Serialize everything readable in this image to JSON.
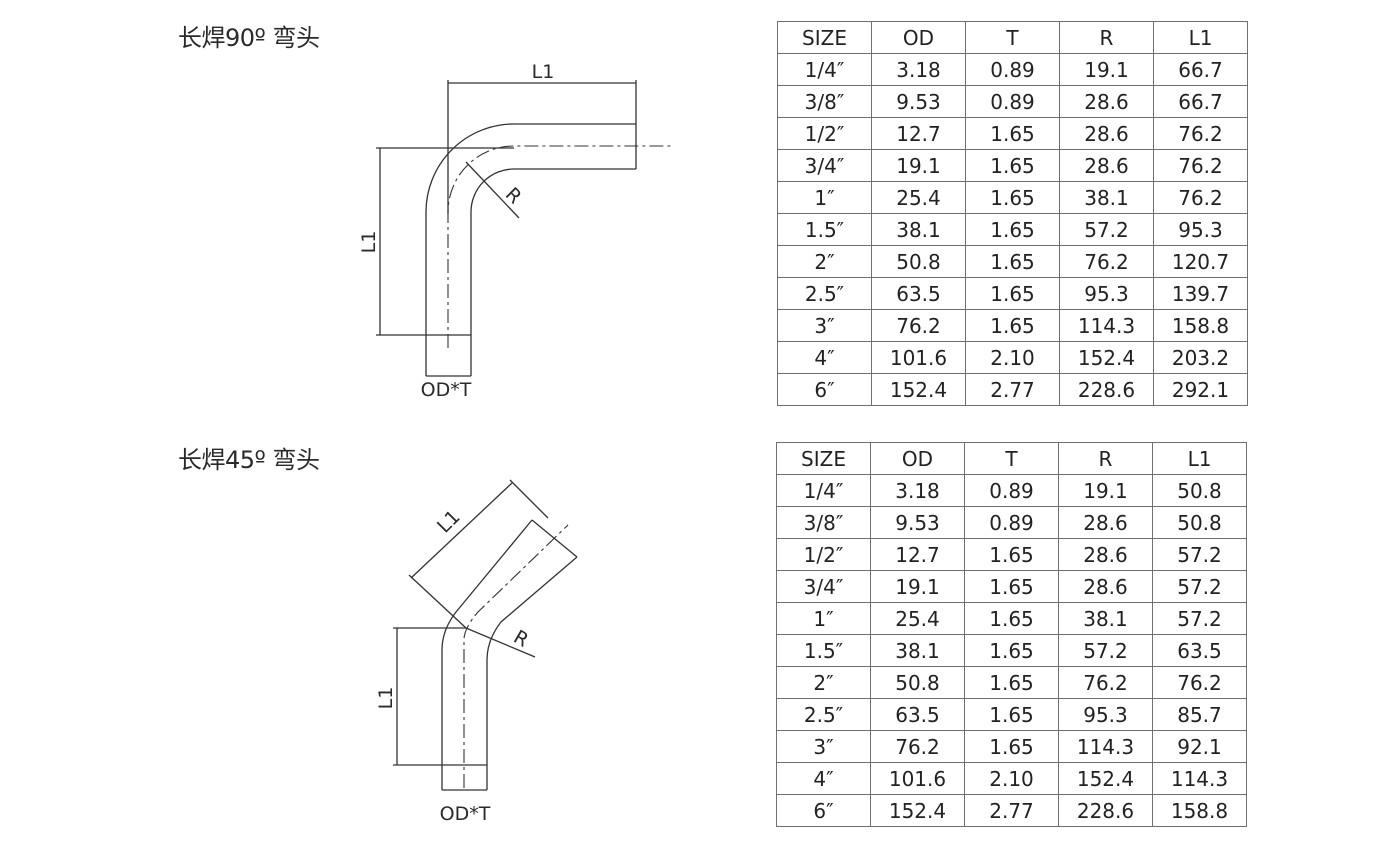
{
  "sections": [
    {
      "title": "长焊90º 弯头",
      "drawing_labels": {
        "length_top": "L1",
        "length_side": "L1",
        "radius": "R",
        "od": "OD*T"
      },
      "table": {
        "headers": [
          "SIZE",
          "OD",
          "T",
          "R",
          "L1"
        ],
        "rows": [
          [
            "1/4″",
            "3.18",
            "0.89",
            "19.1",
            "66.7"
          ],
          [
            "3/8″",
            "9.53",
            "0.89",
            "28.6",
            "66.7"
          ],
          [
            "1/2″",
            "12.7",
            "1.65",
            "28.6",
            "76.2"
          ],
          [
            "3/4″",
            "19.1",
            "1.65",
            "28.6",
            "76.2"
          ],
          [
            "1″",
            "25.4",
            "1.65",
            "38.1",
            "76.2"
          ],
          [
            "1.5″",
            "38.1",
            "1.65",
            "57.2",
            "95.3"
          ],
          [
            "2″",
            "50.8",
            "1.65",
            "76.2",
            "120.7"
          ],
          [
            "2.5″",
            "63.5",
            "1.65",
            "95.3",
            "139.7"
          ],
          [
            "3″",
            "76.2",
            "1.65",
            "114.3",
            "158.8"
          ],
          [
            "4″",
            "101.6",
            "2.10",
            "152.4",
            "203.2"
          ],
          [
            "6″",
            "152.4",
            "2.77",
            "228.6",
            "292.1"
          ]
        ]
      }
    },
    {
      "title": "长焊45º 弯头",
      "drawing_labels": {
        "length_top": "L1",
        "length_side": "L1",
        "radius": "R",
        "od": "OD*T"
      },
      "table": {
        "headers": [
          "SIZE",
          "OD",
          "T",
          "R",
          "L1"
        ],
        "rows": [
          [
            "1/4″",
            "3.18",
            "0.89",
            "19.1",
            "50.8"
          ],
          [
            "3/8″",
            "9.53",
            "0.89",
            "28.6",
            "50.8"
          ],
          [
            "1/2″",
            "12.7",
            "1.65",
            "28.6",
            "57.2"
          ],
          [
            "3/4″",
            "19.1",
            "1.65",
            "28.6",
            "57.2"
          ],
          [
            "1″",
            "25.4",
            "1.65",
            "38.1",
            "57.2"
          ],
          [
            "1.5″",
            "38.1",
            "1.65",
            "57.2",
            "63.5"
          ],
          [
            "2″",
            "50.8",
            "1.65",
            "76.2",
            "76.2"
          ],
          [
            "2.5″",
            "63.5",
            "1.65",
            "95.3",
            "85.7"
          ],
          [
            "3″",
            "76.2",
            "1.65",
            "114.3",
            "92.1"
          ],
          [
            "4″",
            "101.6",
            "2.10",
            "152.4",
            "114.3"
          ],
          [
            "6″",
            "152.4",
            "2.77",
            "228.6",
            "158.8"
          ]
        ]
      }
    }
  ]
}
